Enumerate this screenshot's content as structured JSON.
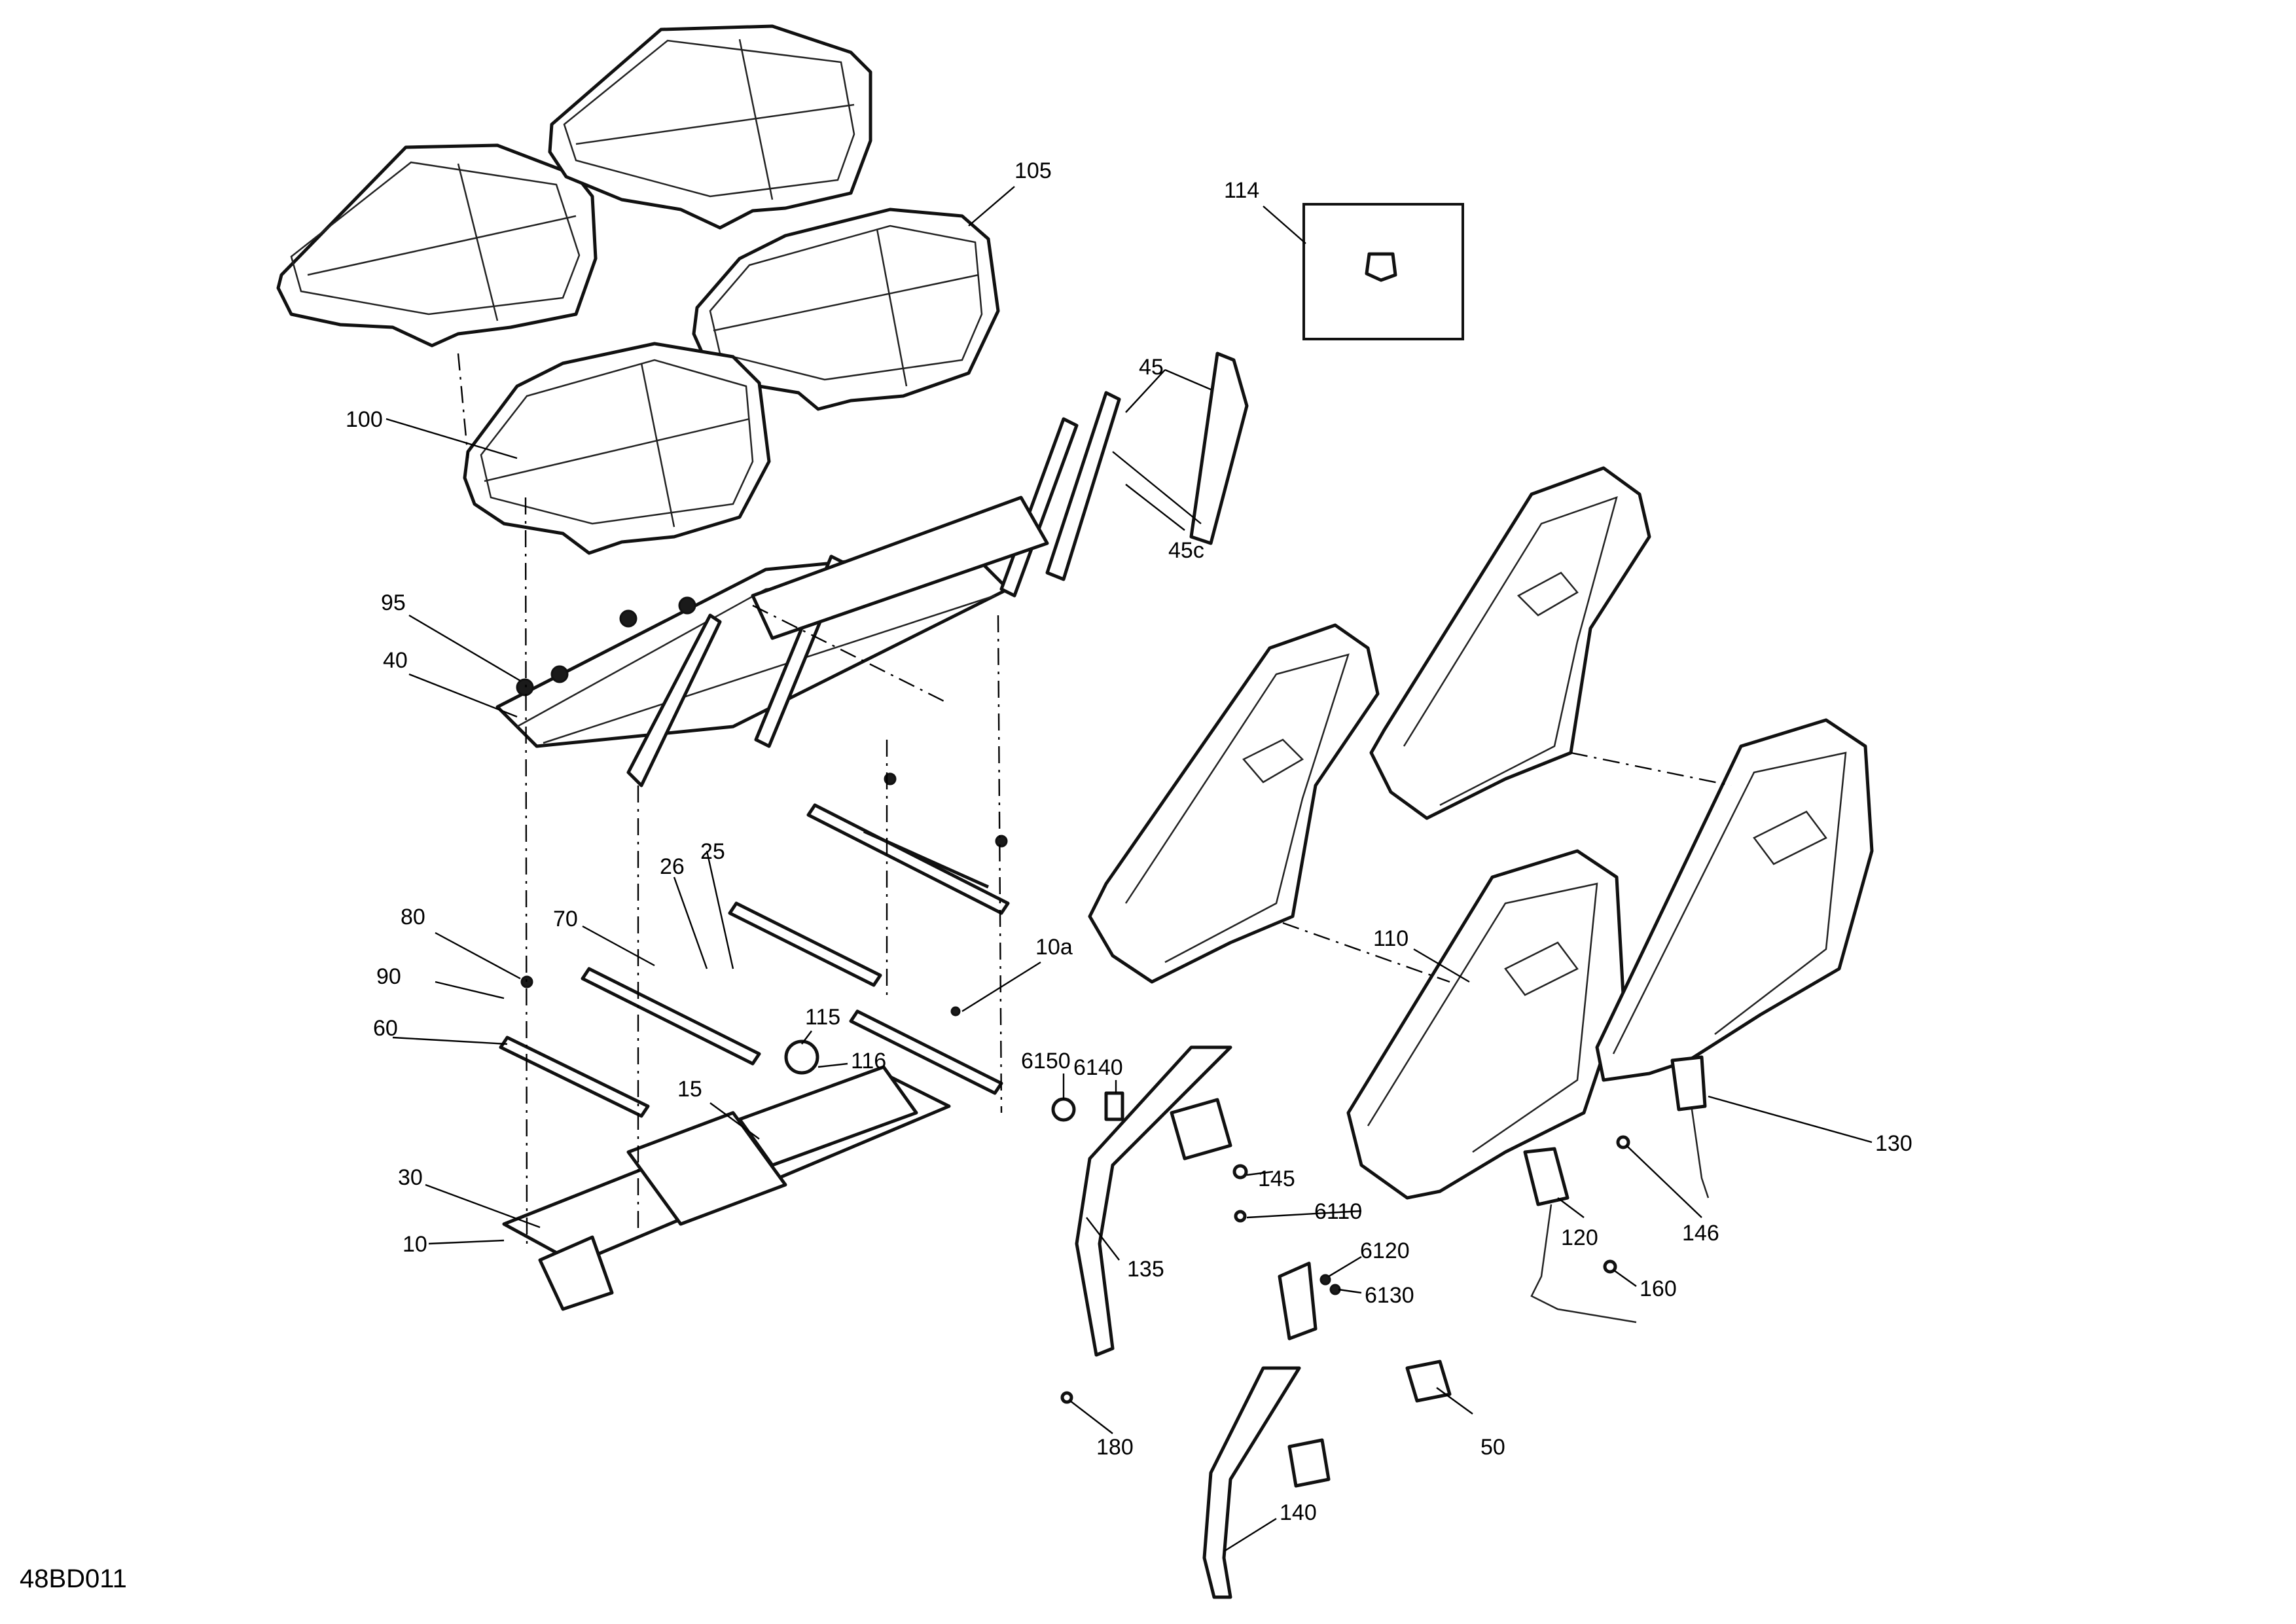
{
  "drawing_code": "48BD011",
  "callouts": [
    {
      "id": "c105",
      "text": "105"
    },
    {
      "id": "c114",
      "text": "114"
    },
    {
      "id": "c100",
      "text": "100"
    },
    {
      "id": "c45",
      "text": "45"
    },
    {
      "id": "c45c",
      "text": "45c"
    },
    {
      "id": "c95",
      "text": "95"
    },
    {
      "id": "c40",
      "text": "40"
    },
    {
      "id": "c25",
      "text": "25"
    },
    {
      "id": "c26",
      "text": "26"
    },
    {
      "id": "c80",
      "text": "80"
    },
    {
      "id": "c70",
      "text": "70"
    },
    {
      "id": "c110",
      "text": "110"
    },
    {
      "id": "c10a",
      "text": "10a"
    },
    {
      "id": "c90",
      "text": "90"
    },
    {
      "id": "c115",
      "text": "115"
    },
    {
      "id": "c60",
      "text": "60"
    },
    {
      "id": "c116",
      "text": "116"
    },
    {
      "id": "c6140",
      "text": "6140"
    },
    {
      "id": "c6150",
      "text": "6150"
    },
    {
      "id": "c15",
      "text": "15"
    },
    {
      "id": "c130",
      "text": "130"
    },
    {
      "id": "c145",
      "text": "145"
    },
    {
      "id": "c30",
      "text": "30"
    },
    {
      "id": "c146",
      "text": "146"
    },
    {
      "id": "c6110",
      "text": "6110"
    },
    {
      "id": "c120",
      "text": "120"
    },
    {
      "id": "c10",
      "text": "10"
    },
    {
      "id": "c6120",
      "text": "6120"
    },
    {
      "id": "c135",
      "text": "135"
    },
    {
      "id": "c160",
      "text": "160"
    },
    {
      "id": "c6130",
      "text": "6130"
    },
    {
      "id": "c180",
      "text": "180"
    },
    {
      "id": "c50",
      "text": "50"
    },
    {
      "id": "c140",
      "text": "140"
    }
  ]
}
